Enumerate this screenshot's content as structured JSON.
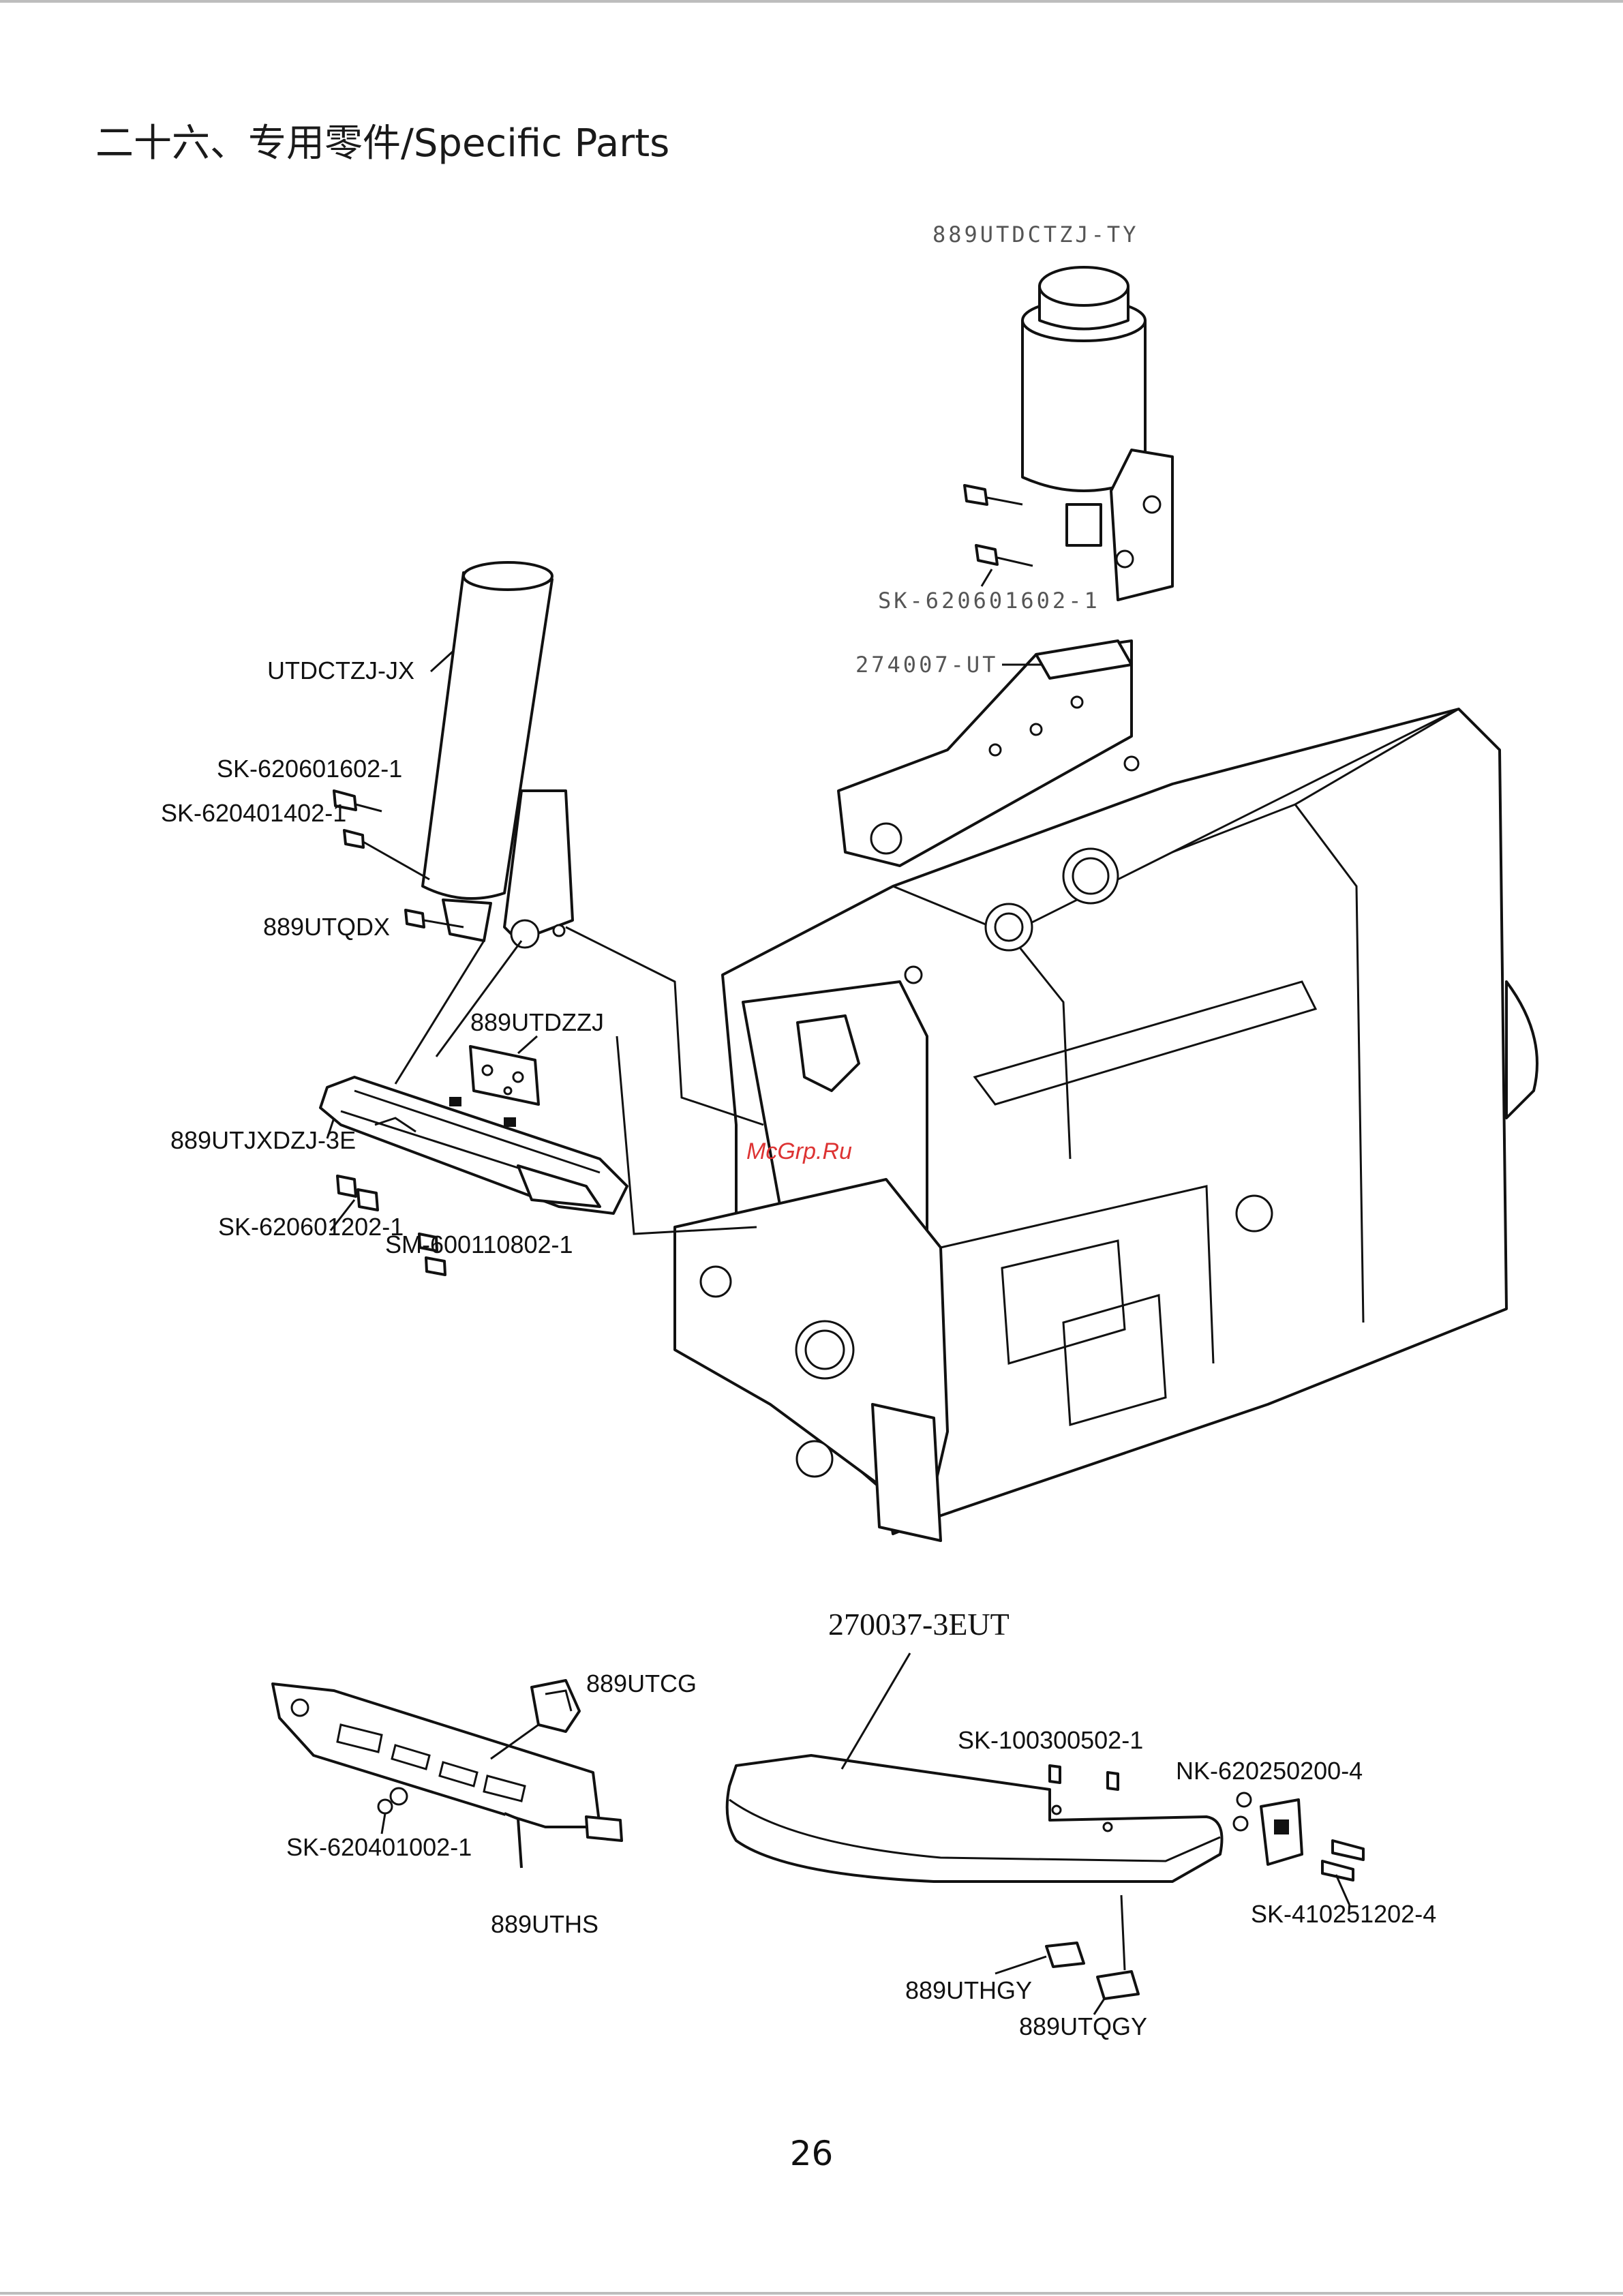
{
  "title": "二十六、专用零件/Specific Parts",
  "page_number": "26",
  "watermark": "McGrp.Ru",
  "labels": {
    "p889UTDCTZJ_TY": "889UTDCTZJ-TY",
    "SK_620601602_1_top": "SK-620601602-1",
    "p274007_UT": "274007-UT",
    "UTDCTZJ_JX": "UTDCTZJ-JX",
    "SK_620601602_1_left": "SK-620601602-1",
    "SK_620401402_1": "SK-620401402-1",
    "p889UTQDX": "889UTQDX",
    "p889UTDZZJ": "889UTDZZJ",
    "p889UTJXDZJ_3E": "889UTJXDZJ-3E",
    "SK_620601202_1": "SK-620601202-1",
    "SM_600110802_1": "SM-600110802-1",
    "p270037_3EUT": "270037-3EUT",
    "p889UTCG": "889UTCG",
    "SK_620401002_1": "SK-620401002-1",
    "p889UTHS": "889UTHS",
    "SK_100300502_1": "SK-100300502-1",
    "NK_620250200_4": "NK-620250200-4",
    "SK_410251202_4": "SK-410251202-4",
    "p889UTHGY": "889UTHGY",
    "p889UTQGY": "889UTQGY"
  }
}
